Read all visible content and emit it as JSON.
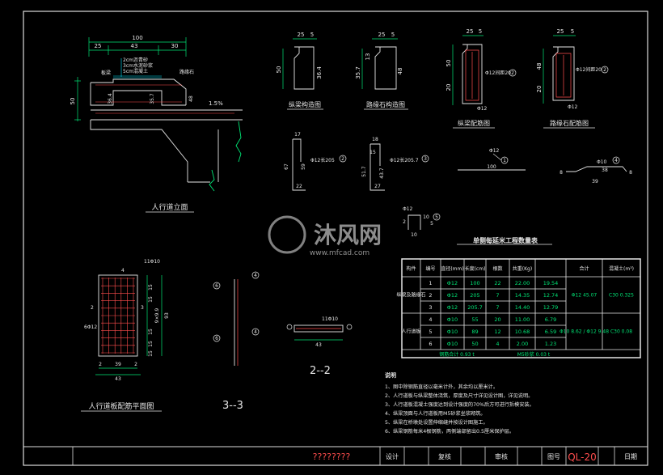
{
  "colors": {
    "background": "#000000",
    "frame": "#dcdcdc",
    "lines": "#e6e6e6",
    "green": "#00e676",
    "red": "#ff4d4d",
    "yellow": "#f2e94e",
    "cyan": "#00e5ff",
    "magenta": "#ff4dff"
  },
  "watermark": {
    "text": "沐风网",
    "url": "www.mfcad.com"
  },
  "elevation": {
    "title": "人行道立面",
    "dim_top": "100",
    "dim_a": "25",
    "dim_b": "43",
    "dim_c": "30",
    "dim_side_1": "50",
    "dim_side_2": "36.4",
    "dim_side_3": "35.7",
    "dim_side_4": "48",
    "slope": "1.5%",
    "label_l": "板梁",
    "label_r": "路缘石",
    "layer_1": "2cm沥青砂",
    "layer_2": "3cm水泥砂浆",
    "layer_3": "5cm混凝土"
  },
  "small_views": {
    "beam_title": "纵梁构造图",
    "beam_dims": [
      "25",
      "5",
      "50",
      "36.4"
    ],
    "curb_title": "路缘石构造图",
    "curb_dims": [
      "25",
      "5",
      "35.7",
      "13",
      "48"
    ],
    "beam_rebar_title": "纵梁配筋图",
    "beam_rebar_dims": [
      "25",
      "5",
      "50",
      "20",
      "20"
    ],
    "beam_rebar_notes": [
      "Φ12",
      "Φ12间距20",
      "2"
    ],
    "curb_rebar_title": "路缘石配筋图",
    "curb_rebar_dims": [
      "25",
      "5",
      "48",
      "20",
      "20"
    ],
    "curb_rebar_notes": [
      "Φ12",
      "Φ12间距20",
      "2"
    ]
  },
  "bars": {
    "b1_dims": [
      "17",
      "67",
      "59",
      "22"
    ],
    "b1_label": "Φ12长205",
    "b1_num": "2",
    "b2_dims": [
      "18",
      "15",
      "51.7",
      "43.7",
      "27"
    ],
    "b2_label": "Φ12长205.7",
    "b2_num": "3",
    "b3_label": "Φ12",
    "b3_len": "100",
    "b3_num": "1",
    "b4_label": "Φ10",
    "b4_dims": [
      "8",
      "38",
      "8",
      "39"
    ],
    "b4_num": "4",
    "b5_label": "Φ12",
    "b5_dims": [
      "2",
      "10",
      "10",
      "5"
    ],
    "b5_num": "5"
  },
  "plan": {
    "title": "人行道板配筋平面图",
    "dims_v": [
      "15",
      "15",
      "15",
      "15",
      "15",
      "9×9.9",
      "93"
    ],
    "dims_h": [
      "2",
      "39",
      "2",
      "43"
    ],
    "labels": [
      "4",
      "2",
      "3",
      "6Φ12"
    ],
    "top_label": "11Φ10"
  },
  "section33": {
    "title": "3--3",
    "labels": [
      "6",
      "6",
      "4",
      "4"
    ]
  },
  "section22": {
    "title": "2--2",
    "dim": "43",
    "label": "11Φ10"
  },
  "table": {
    "title": "单侧每延米工程数量表",
    "headers": [
      "构件",
      "编号",
      "直径(mm)",
      "长度(cm)",
      "根数",
      "共重(Kg)",
      "合计",
      "混凝土(m³)"
    ],
    "groups": [
      {
        "name": "纵梁及路缘石",
        "rows": [
          [
            "1",
            "Φ12",
            "100",
            "22",
            "22.00",
            "19.54"
          ],
          [
            "2",
            "Φ12",
            "205",
            "7",
            "14.35",
            "12.74"
          ],
          [
            "3",
            "Φ12",
            "205.7",
            "7",
            "14.40",
            "12.79"
          ]
        ],
        "total": "Φ12 45.07",
        "concrete": "C30 0.325"
      },
      {
        "name": "人行道板",
        "rows": [
          [
            "4",
            "Φ10",
            "55",
            "20",
            "11.00",
            "6.79"
          ],
          [
            "5",
            "Φ10",
            "89",
            "12",
            "10.68",
            "6.59"
          ],
          [
            "6",
            "Φ10",
            "50",
            "4",
            "2.00",
            "1.23"
          ]
        ],
        "total": "Φ10 8.62 / Φ12 9.48",
        "concrete": "C30 0.08"
      }
    ],
    "footer_1": "钢筋合计 0.93 t",
    "footer_2": "M5砂浆 0.03 t"
  },
  "notes": {
    "heading": "说明",
    "items": [
      "1、图中除钢筋直径以毫米计外，其余均以厘米计。",
      "2、人行道板与纵梁整体浇筑，厚度及尺寸详见设计图，详见说明。",
      "3、人行道板混凝土强度达到设计强度的70%后方可进行拆模安装。",
      "4、纵梁顶面与人行道板用M5砂浆坐浆砌筑。",
      "5、纵梁在桥墩处设置伸缩缝并按设计图施工。",
      "6、纵梁钢筋每米4根钢筋，两侧端部留出0.5厘米保护层。"
    ]
  },
  "title_block": {
    "project": "????????",
    "design": "设计",
    "check": "复核",
    "review": "审核",
    "drawing_no_label": "图号",
    "drawing_no": "QL-20",
    "date": "日期"
  }
}
